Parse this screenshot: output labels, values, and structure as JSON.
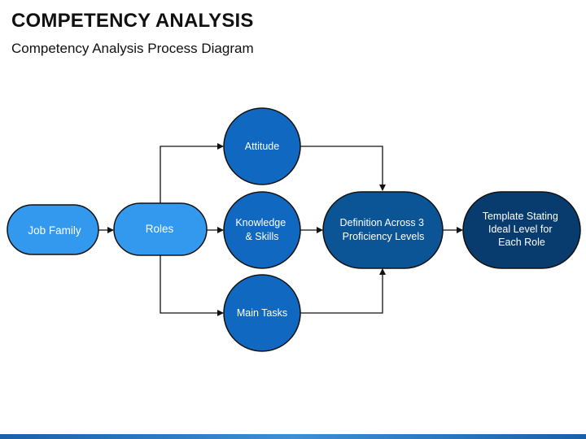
{
  "header": {
    "title": "COMPETENCY ANALYSIS",
    "subtitle": "Competency Analysis Process Diagram"
  },
  "nodes": {
    "job_family": {
      "label": [
        "Job Family"
      ]
    },
    "roles": {
      "label": [
        "Roles"
      ]
    },
    "attitude": {
      "label": [
        "Attitude"
      ]
    },
    "knowledge": {
      "label": [
        "Knowledge",
        "& Skills"
      ]
    },
    "main_tasks": {
      "label": [
        "Main Tasks"
      ]
    },
    "definition": {
      "label": [
        "Definition Across 3",
        "Proficiency Levels"
      ]
    },
    "template": {
      "label": [
        "Template Stating",
        "Ideal Level for",
        "Each Role"
      ]
    }
  },
  "colors": {
    "light_blue": "#3399ee",
    "mid_blue": "#1068c0",
    "dark_blue": "#0b5596",
    "navy": "#083c6e",
    "outline": "#111111",
    "connector": "#111111"
  }
}
